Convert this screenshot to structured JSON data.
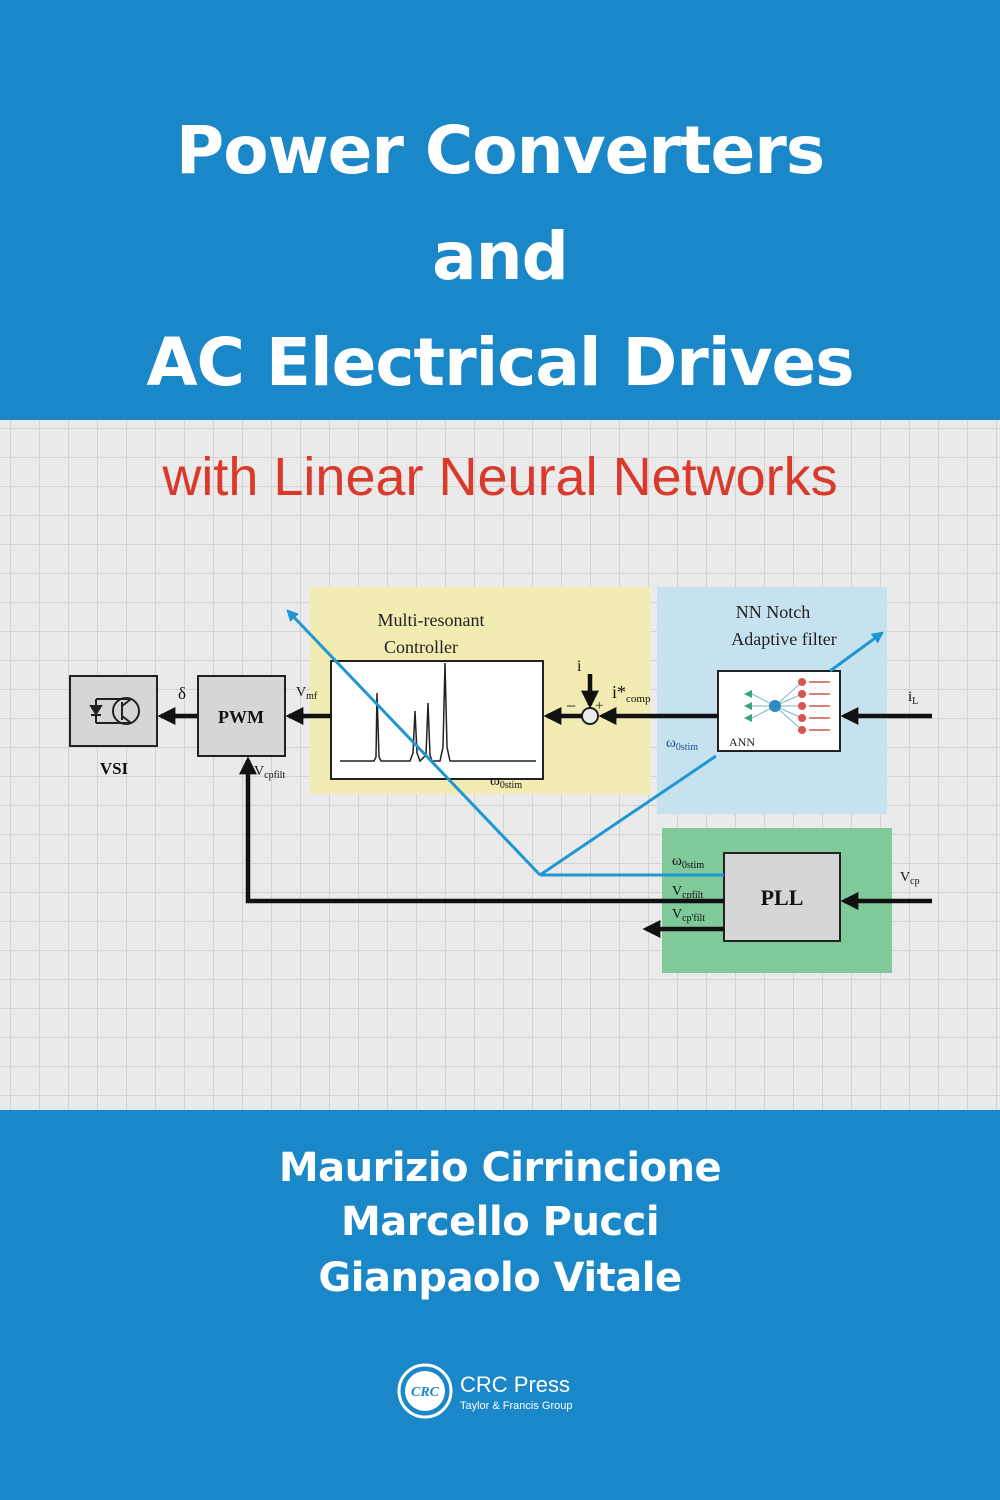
{
  "title": {
    "line1": "Power Converters",
    "line2": "and",
    "line3": "AC Electrical Drives"
  },
  "subtitle": "with Linear Neural Networks",
  "diagram": {
    "mr_title_1": "Multi-resonant",
    "mr_title_2": "Controller",
    "nn_title_1": "NN Notch",
    "nn_title_2": "Adaptive filter",
    "vsi": "VSI",
    "pwm": "PWM",
    "pll": "PLL",
    "ann": "ANN",
    "delta": "δ",
    "v_ref_main": "V",
    "v_ref_sub": "mf",
    "vcp_main": "V",
    "vcp_sub": "cpfilt",
    "i_label": "i",
    "i_comp_main": "i*",
    "i_comp_sub": "comp",
    "il_main": "i",
    "il_sub": "L",
    "omega_main": "ω",
    "omega_sub": "0stim",
    "pll_in_main": "V",
    "pll_in_sub": "cp",
    "pll_out1_main": "V",
    "pll_out1_sub": "cpfilt",
    "pll_out2_main": "V",
    "pll_out2_sub": "cp'filt",
    "minus": "−",
    "plus": "+",
    "colors": {
      "controller_bg": "#f3ecb2",
      "filter_bg": "#c6e2ee",
      "pll_bg": "#7fc99a",
      "signal_blue": "#1f97d3"
    }
  },
  "authors": [
    "Maurizio Cirrincione",
    "Marcello Pucci",
    "Gianpaolo Vitale"
  ],
  "publisher": {
    "logo_text": "CRC",
    "name": "CRC Press",
    "group": "Taylor & Francis Group"
  },
  "colors": {
    "band": "#1a87c9",
    "subtitle": "#d93a2b"
  }
}
